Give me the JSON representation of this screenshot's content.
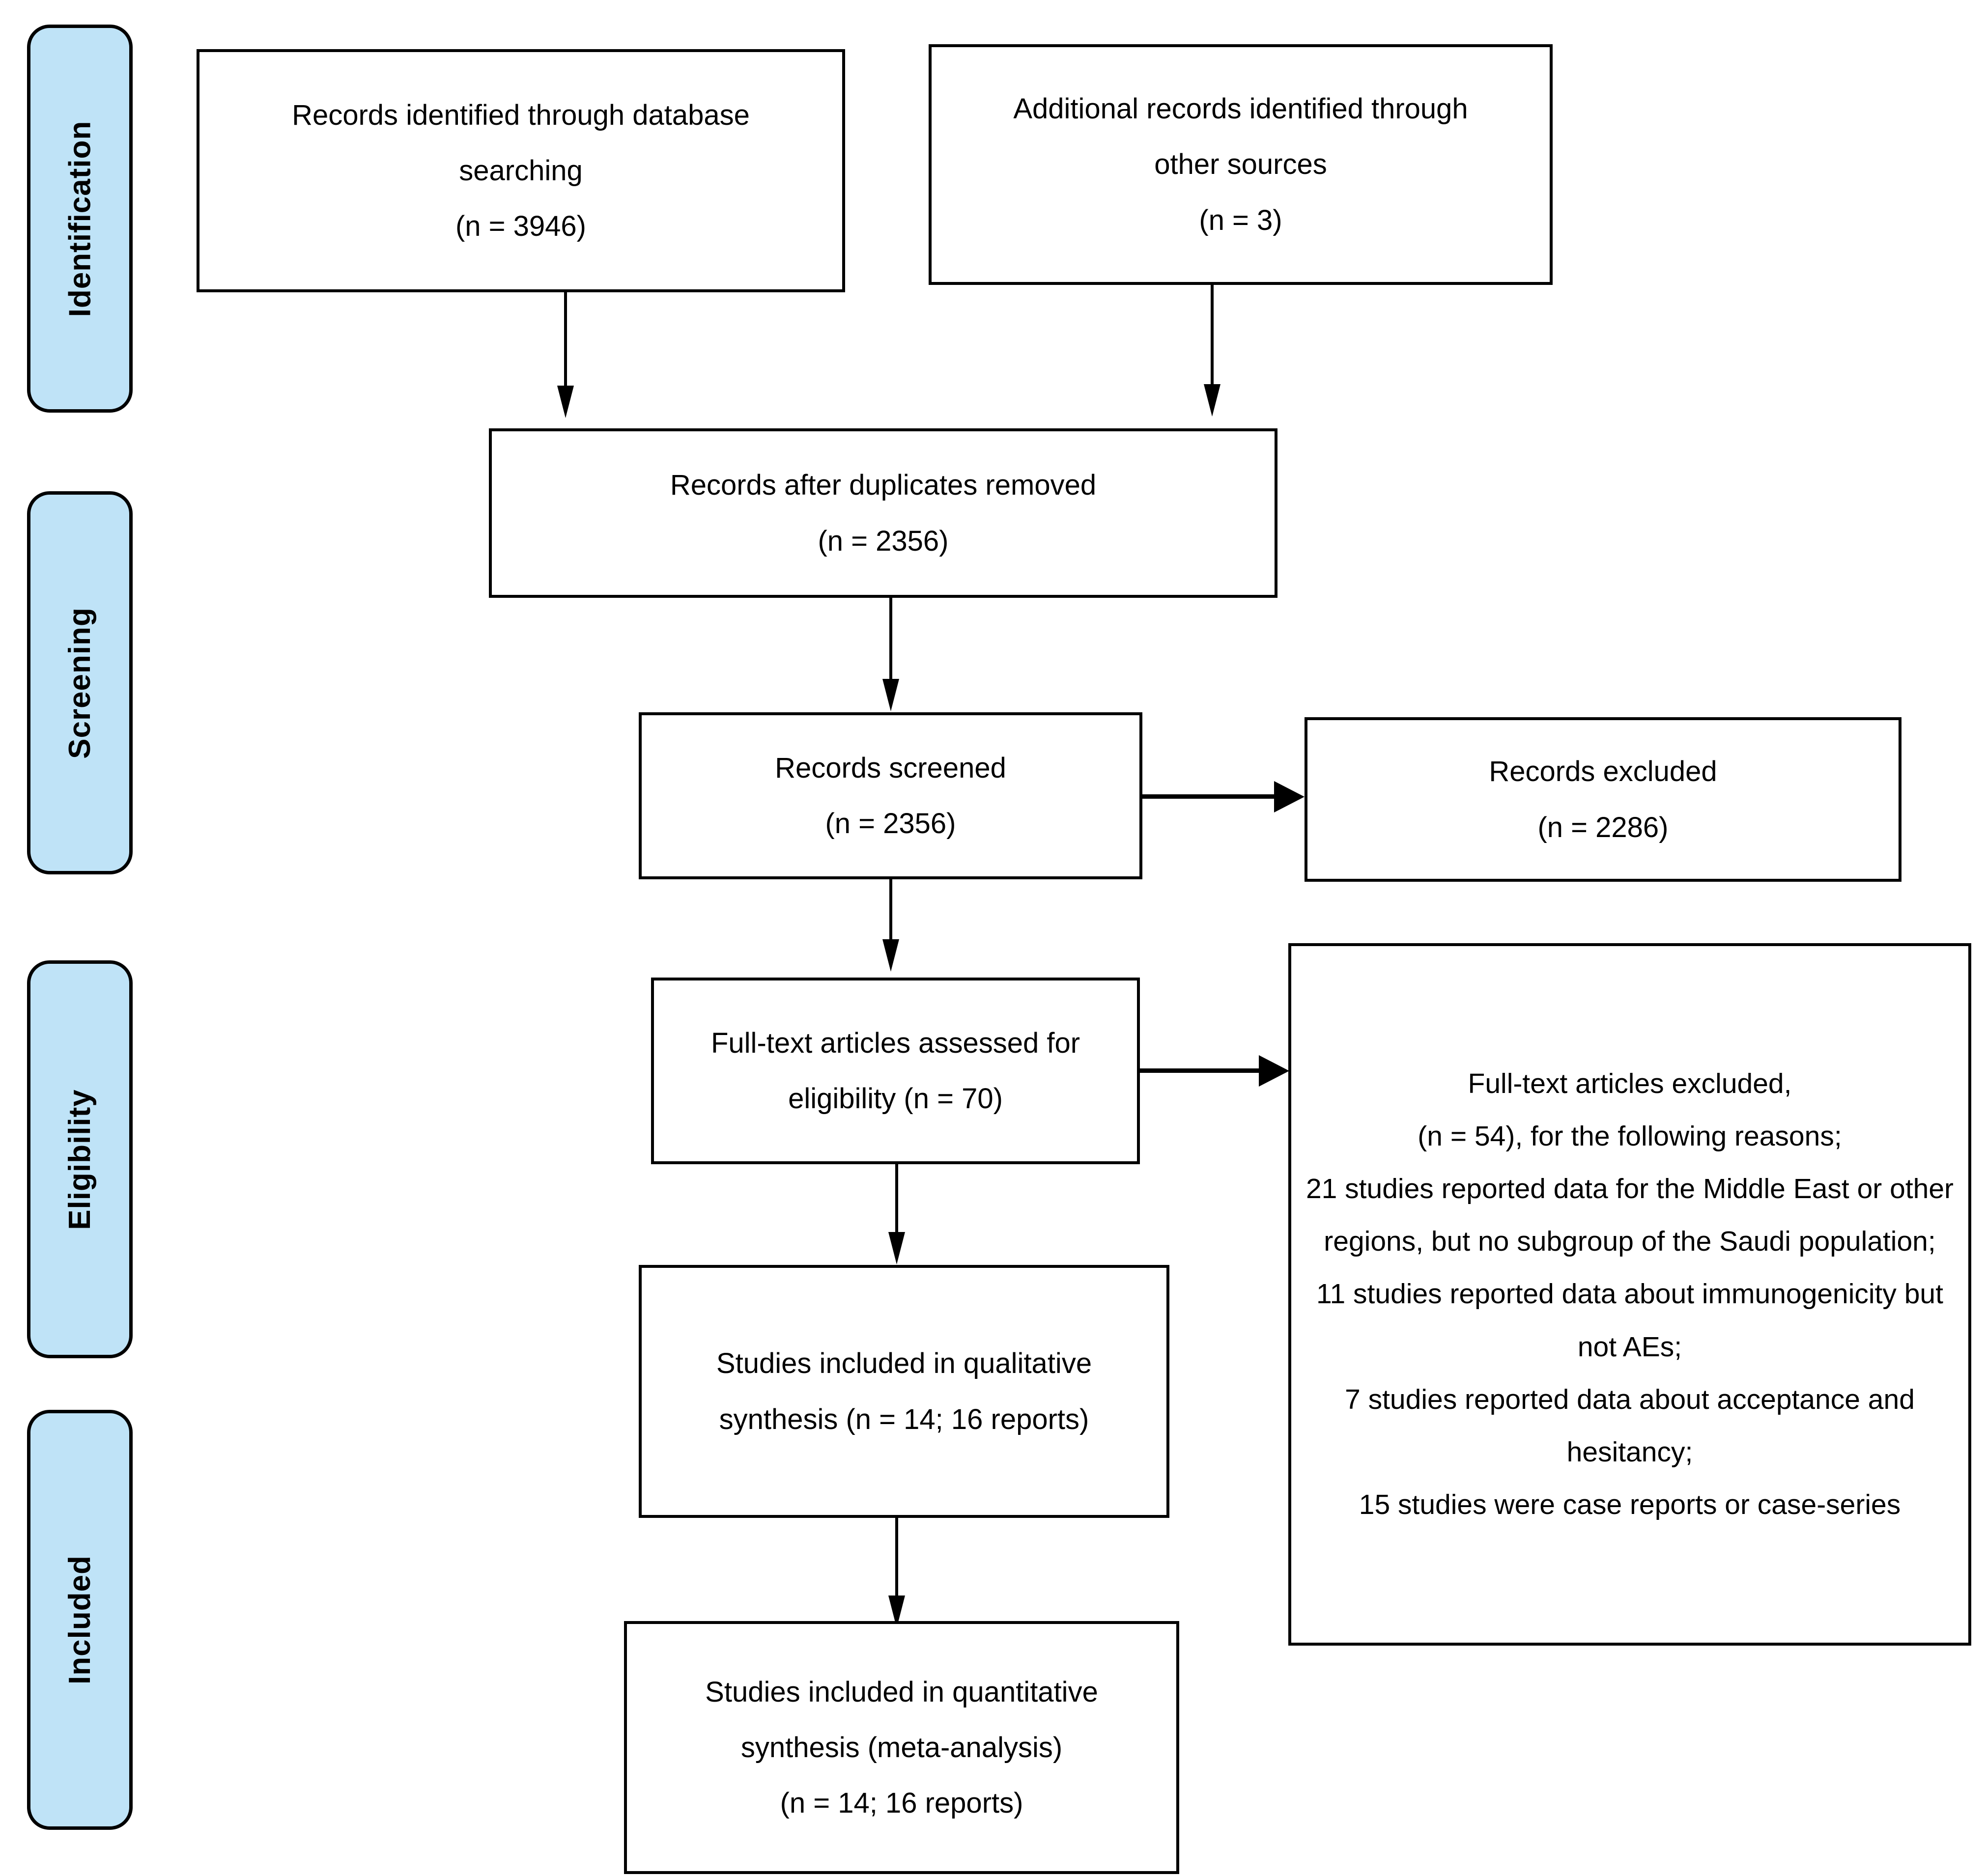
{
  "diagram": {
    "type": "PRISMA flow diagram",
    "accent_color": "#bfe3f7",
    "border_color": "#000000",
    "background_color": "#ffffff"
  },
  "stages": [
    {
      "label": "Identification"
    },
    {
      "label": "Screening"
    },
    {
      "label": "Eligibility"
    },
    {
      "label": "Included"
    }
  ],
  "boxes": {
    "database_records": {
      "line1": "Records identified through database",
      "line2": "searching",
      "line3": "(n = 3946)",
      "count": 3946
    },
    "other_records": {
      "line1": "Additional records identified through",
      "line2": "other sources",
      "line3": "(n = 3)",
      "count": 3
    },
    "duplicates_removed": {
      "line1": "Records after duplicates removed",
      "line2": "(n = 2356)",
      "count": 2356
    },
    "records_screened": {
      "line1": "Records screened",
      "line2": "(n = 2356)",
      "count": 2356
    },
    "records_excluded": {
      "line1": "Records excluded",
      "line2": "(n = 2286)",
      "count": 2286
    },
    "fulltext_assessed": {
      "line1": "Full-text articles assessed for",
      "line2": "eligibility (n = 70)",
      "count": 70
    },
    "fulltext_excluded": {
      "line1": "Full-text articles excluded,",
      "line2": "(n = 54), for the following reasons;",
      "line3": "21 studies reported data for the Middle East or other regions, but no subgroup of the Saudi population;",
      "line4": "11 studies reported data about immunogenicity but not AEs;",
      "line5": "7 studies reported data about acceptance and hesitancy;",
      "line6": "15 studies were case reports or case-series",
      "count": 54,
      "reasons": [
        {
          "n": 21,
          "text": "studies reported data for the Middle East or other regions, but no subgroup of the Saudi population;"
        },
        {
          "n": 11,
          "text": "studies reported data about immunogenicity but not AEs;"
        },
        {
          "n": 7,
          "text": "studies reported data about acceptance and hesitancy;"
        },
        {
          "n": 15,
          "text": "studies were case reports or case-series"
        }
      ]
    },
    "qualitative_synthesis": {
      "line1": "Studies included in qualitative",
      "line2": "synthesis (n = 14; 16 reports)",
      "studies": 14,
      "reports": 16
    },
    "quantitative_synthesis": {
      "line1": "Studies included in quantitative",
      "line2": "synthesis (meta-analysis)",
      "line3": "(n = 14; 16 reports)",
      "studies": 14,
      "reports": 16
    }
  }
}
